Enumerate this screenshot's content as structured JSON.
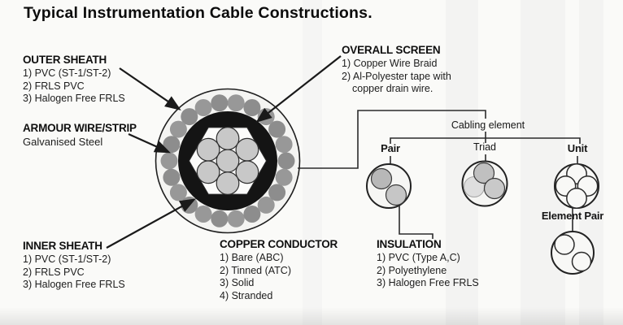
{
  "title": "Typical Instrumentation Cable Constructions.",
  "sections": {
    "outer_sheath": {
      "heading": "OUTER SHEATH",
      "items": [
        "1) PVC (ST-1/ST-2)",
        "2) FRLS PVC",
        "3) Halogen Free FRLS"
      ]
    },
    "armour": {
      "heading": "ARMOUR WIRE/STRIP",
      "items": [
        "Galvanised Steel"
      ]
    },
    "inner_sheath": {
      "heading": "INNER SHEATH",
      "items": [
        "1) PVC (ST-1/ST-2)",
        "2) FRLS PVC",
        "3) Halogen Free FRLS"
      ]
    },
    "overall_screen": {
      "heading": "OVERALL SCREEN",
      "items": [
        "1) Copper Wire Braid",
        "2) Al-Polyester tape with",
        "copper drain wire."
      ]
    },
    "copper_conductor": {
      "heading": "COPPER CONDUCTOR",
      "items": [
        "1) Bare (ABC)",
        "2) Tinned (ATC)",
        "3) Solid",
        "4) Stranded"
      ]
    },
    "insulation": {
      "heading": "INSULATION",
      "items": [
        "1) PVC (Type A,C)",
        "2) Polyethylene",
        "3) Halogen Free FRLS"
      ]
    }
  },
  "cabling": {
    "group_label": "Cabling element",
    "pair_label": "Pair",
    "triad_label": "Triad",
    "unit_label": "Unit",
    "element_pair_label": "Element Pair"
  },
  "colors": {
    "paper": "#fafaf8",
    "ink": "#1a1a1a",
    "sheath_black": "#141414",
    "armour_steel_gray": "#8f8f8f",
    "conductor_gray": "#c8c8c8"
  }
}
